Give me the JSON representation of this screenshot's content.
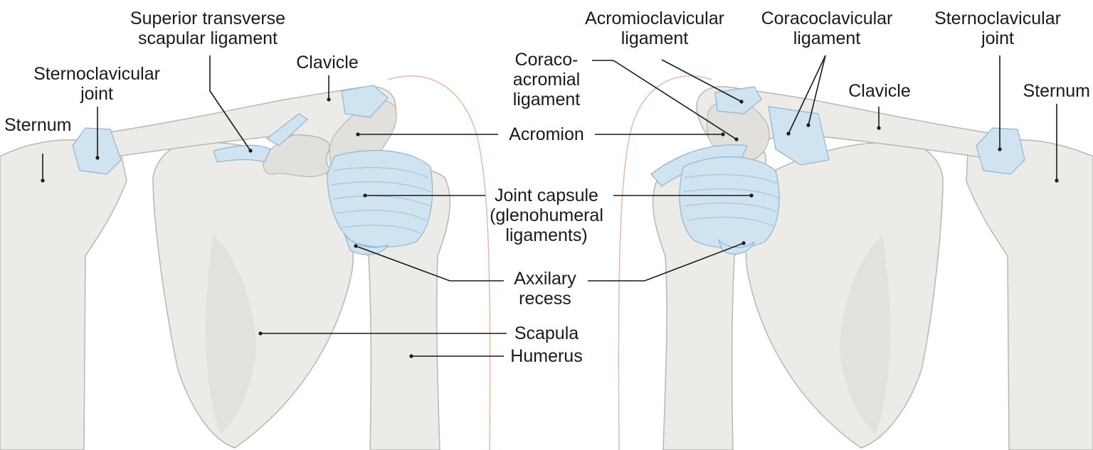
{
  "left_view": {
    "superior_transverse_scapular_ligament": [
      "Superior transverse",
      "scapular ligament"
    ],
    "clavicle": "Clavicle",
    "sternoclavicular_joint": [
      "Sternoclavicular",
      "joint"
    ],
    "sternum": "Sternum"
  },
  "center_labels": {
    "acromion": "Acromion",
    "joint_capsule": [
      "Joint capsule",
      "(glenohumeral",
      "ligaments)"
    ],
    "axillary_recess": [
      "Axxilary",
      "recess"
    ],
    "scapula": "Scapula",
    "humerus": "Humerus"
  },
  "right_view": {
    "acromioclavicular_ligament": [
      "Acromioclavicular",
      "ligament"
    ],
    "coracoclavicular_ligament": [
      "Coracoclavicular",
      "ligament"
    ],
    "sternoclavicular_joint": [
      "Sternoclavicular",
      "joint"
    ],
    "coracoacromial_ligament": [
      "Coraco-",
      "acromial",
      "ligament"
    ],
    "clavicle": "Clavicle",
    "sternum": "Sternum"
  },
  "colors": {
    "bone": "#ecebe8",
    "ligament": "#cfe3f1",
    "skin_outline": "#e8b9a6",
    "leader_line": "#1a1a1a"
  }
}
